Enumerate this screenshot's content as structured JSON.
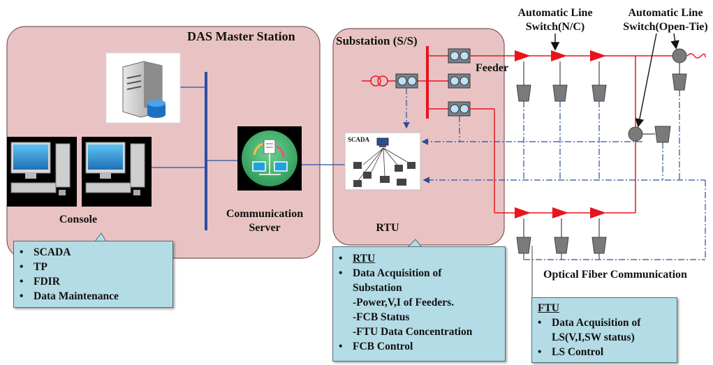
{
  "master_station": {
    "title": "DAS Master Station"
  },
  "substation": {
    "title": "Substation (S/S)"
  },
  "labels": {
    "console": "Console",
    "comm_server_line1": "Communication",
    "comm_server_line2": "Server",
    "rtu": "RTU",
    "scada": "SCADA",
    "feeder": "Feeder",
    "switch_nc_line1": "Automatic Line",
    "switch_nc_line2": "Switch(N/C)",
    "switch_open_line1": "Automatic Line",
    "switch_open_line2": "Switch(Open-Tie)",
    "optical_fiber": "Optical Fiber Communication"
  },
  "callouts": {
    "master": {
      "items": [
        "SCADA",
        "TP",
        "FDIR",
        "Data Maintenance"
      ]
    },
    "rtu": {
      "header": "RTU",
      "item1_line1": "Data Acquisition of",
      "item1_line2": "Substation",
      "sub_items": [
        "-Power,V,I of Feeders.",
        "-FCB Status",
        "-FTU Data Concentration"
      ],
      "item2": "FCB Control"
    },
    "ftu": {
      "header": "FTU",
      "item1_line1": "Data Acquisition of",
      "item1_line2": "LS(V,I,SW status)",
      "item2": "LS Control"
    }
  },
  "colors": {
    "panel_fill": "#e9c3c3",
    "callout_fill": "#b4dce6",
    "power_line": "#e8141e",
    "comm_line": "#2a4d9b",
    "bus_bar": "#2b4fa2",
    "switch_gray": "#7a7a7a"
  }
}
